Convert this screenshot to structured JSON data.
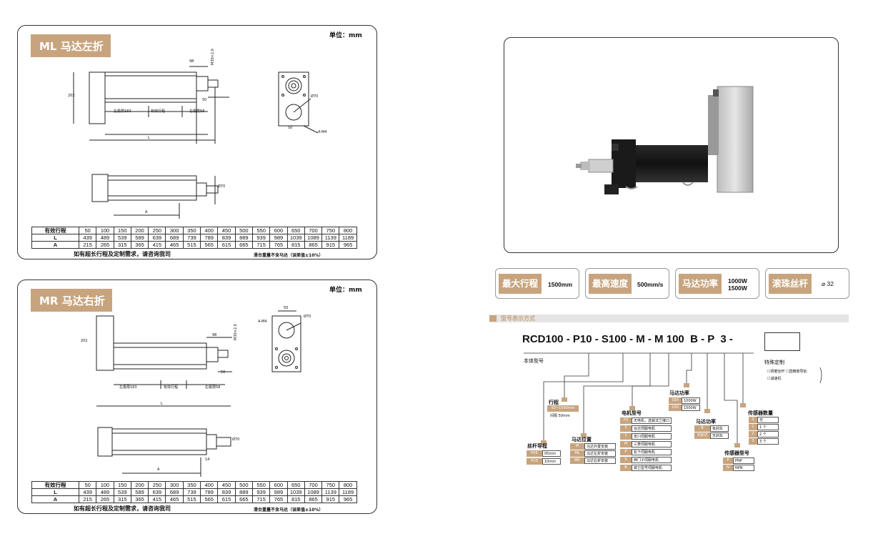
{
  "unit_label": "单位：mm",
  "panels": [
    {
      "title": "ML 马达左折",
      "left_limit": "左极限183",
      "effective": "有效行程",
      "right_limit": "右极限58"
    },
    {
      "title": "MR 马达右折",
      "left_limit": "左极限183",
      "effective": "有效行程",
      "right_limit": "右极限58"
    }
  ],
  "dims": {
    "d98": "98",
    "d202": "202",
    "d50": "50",
    "d70": "Ø70",
    "m30": "M30×2.0",
    "m4": "4-M4",
    "L": "L",
    "A": "A",
    "d14": "14"
  },
  "table": {
    "header": "有效行程",
    "row_l": "L",
    "row_a": "A",
    "strokes": [
      "50",
      "100",
      "150",
      "200",
      "250",
      "300",
      "350",
      "400",
      "450",
      "500",
      "550",
      "600",
      "650",
      "700",
      "750",
      "800"
    ],
    "L": [
      "439",
      "489",
      "539",
      "589",
      "639",
      "689",
      "739",
      "789",
      "839",
      "889",
      "939",
      "989",
      "1039",
      "1089",
      "1139",
      "1189"
    ],
    "A": [
      "215",
      "265",
      "315",
      "365",
      "415",
      "465",
      "515",
      "565",
      "615",
      "665",
      "715",
      "765",
      "815",
      "865",
      "915",
      "965"
    ]
  },
  "footer": {
    "note": "如有超长行程及定制需求，请咨询我司",
    "weight": "滑台重量不含马达（误差值±10%）"
  },
  "specs": [
    {
      "label": "最大行程",
      "value": "1500mm"
    },
    {
      "label": "最高速度",
      "value": "500mm/s"
    },
    {
      "label": "马达功率",
      "value": "1000W\n1500W"
    },
    {
      "label": "滚珠丝杆",
      "value": "⌀ 32"
    }
  ],
  "model_section": {
    "title": "型号表示方式",
    "model_code": "RCD100 - P10 - S100 - M - M 100  B - P  3 -",
    "body_label": "本体型号",
    "special_label": "特殊定制",
    "special_options": [
      "☐研磨丝杆 ☐直精度导轨",
      "☐减速机"
    ],
    "stroke": {
      "title": "行程",
      "range": "50~1500mm",
      "interval": "间隔 50mm"
    },
    "lead": {
      "title": "丝杆导程",
      "rows": [
        [
          "P05",
          "05mm"
        ],
        [
          "P10",
          "10mm"
        ]
      ]
    },
    "motor_pos": {
      "title": "马达位置",
      "rows": [
        [
          "M",
          "马达外置安装"
        ],
        [
          "ML",
          "马达左折安装"
        ],
        [
          "MR",
          "马达右折安装"
        ]
      ]
    },
    "motor_type": {
      "title": "电机型号",
      "rows": [
        [
          "F0",
          "无电机，选装法兰接口"
        ],
        [
          "T",
          "台达伺服电机"
        ],
        [
          "Y",
          "安川伺服电机"
        ],
        [
          "M",
          "三菱伺服电机"
        ],
        [
          "P",
          "松下伺服电机"
        ],
        [
          "S",
          "西门子伺服电机"
        ],
        [
          "B",
          "其它型号伺服电机"
        ]
      ]
    },
    "motor_power": {
      "title": "马达功率",
      "rows": [
        [
          "100",
          "1000W"
        ],
        [
          "150",
          "1500W"
        ]
      ]
    },
    "brake": {
      "title": "马达功率",
      "rows": [
        [
          "B",
          "有刹车"
        ],
        [
          "无标记",
          "无刹车"
        ]
      ]
    },
    "sensor_type": {
      "title": "传感器型号",
      "rows": [
        [
          "P",
          "PNP"
        ],
        [
          "N",
          "NPN"
        ]
      ]
    },
    "sensor_count": {
      "title": "传感器数量",
      "rows": [
        [
          "0",
          "无"
        ],
        [
          "1",
          "1 个"
        ],
        [
          "2",
          "2 个"
        ],
        [
          "3",
          "3 个"
        ]
      ]
    }
  },
  "colors": {
    "accent": "#c8a47e",
    "border": "#333333"
  }
}
